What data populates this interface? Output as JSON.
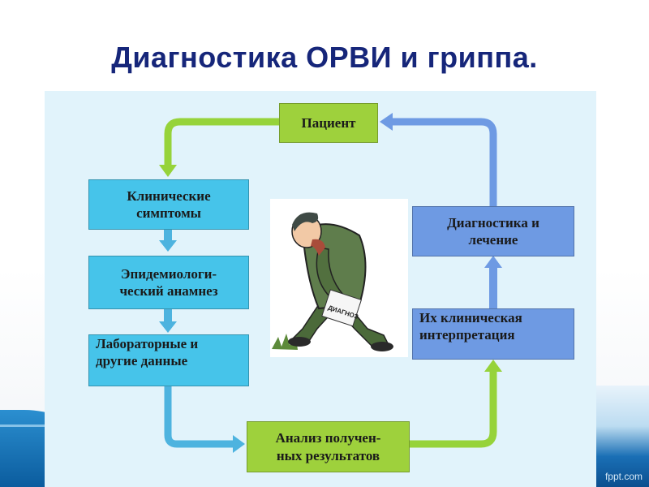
{
  "title": "Диагностика ОРВИ и гриппа.",
  "brand": "fppt.com",
  "boxes": {
    "patient": "Пациент",
    "symptoms_1": "Клинические",
    "symptoms_2": "симптомы",
    "epid_1": "Эпидемиологи-",
    "epid_2": "ческий анамнез",
    "lab_1": "Лабораторные и",
    "lab_2": "другие данные",
    "analysis_1": "Анализ получен-",
    "analysis_2": "ных результатов",
    "interpretation_1": "Их клиническая",
    "interpretation_2": "интерпретация",
    "diagnostics_1": "Диагностика и",
    "diagnostics_2": "лечение"
  },
  "illustration": {
    "paper_label": "ДИАГНОЗ"
  },
  "colors": {
    "title": "#16267a",
    "panel": "#e1f3fb",
    "cyan_box": "#46c4ea",
    "green_box": "#9ed13c",
    "blue_box": "#6e9ae3"
  }
}
